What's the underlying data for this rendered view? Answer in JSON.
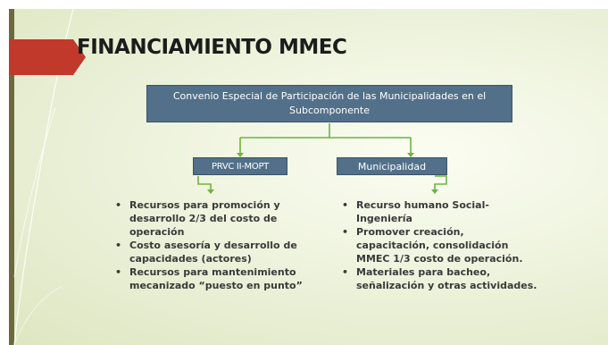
{
  "slide": {
    "title": "FINANCIAMIENTO MMEC",
    "colors": {
      "box_fill": "#53708a",
      "connector": "#6db33f",
      "title_arrow": "#c0392b",
      "left_bar": "#6c6a3c"
    }
  },
  "diagram": {
    "top_box": "Convenio Especial de Participación de las Municipalidades en el Subcomponente",
    "left_box": "PRVC II-MOPT",
    "right_box": "Municipalidad"
  },
  "left_bullets": [
    "Recursos para promoción y desarrollo 2/3 del costo de operación",
    "Costo asesoría y desarrollo de capacidades (actores)",
    "Recursos para mantenimiento mecanizado “puesto en punto”"
  ],
  "right_bullets": [
    "Recurso humano Social-Ingeniería",
    "Promover creación, capacitación, consolidación MMEC 1/3 costo de operación.",
    "Materiales para bacheo, señalización y otras actividades."
  ],
  "bullet_symbol": "•"
}
